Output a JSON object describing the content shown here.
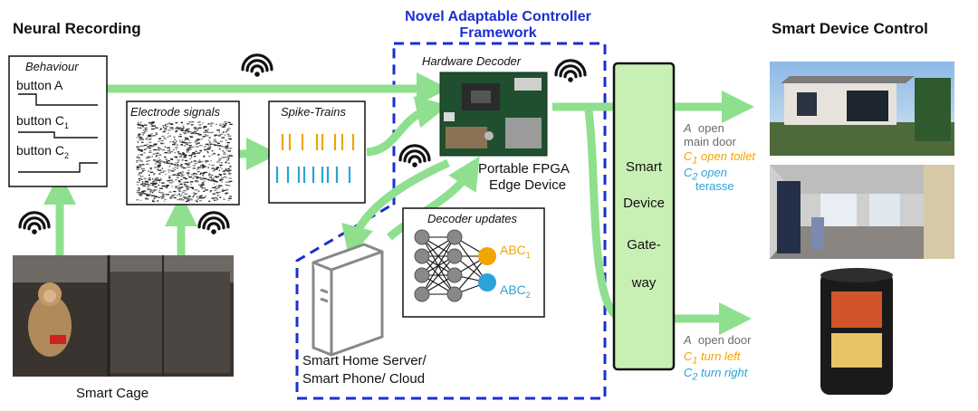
{
  "headings": {
    "neural_recording": "Neural Recording",
    "framework": "Novel Adaptable Controller Framework",
    "smart_device_control": "Smart Device Control"
  },
  "behaviour": {
    "title": "Behaviour",
    "buttons": [
      "button A",
      "button C",
      "button C"
    ],
    "subscripts": [
      "",
      "1",
      "2"
    ]
  },
  "electrode": {
    "title": "Electrode signals"
  },
  "spikes": {
    "title": "Spike-Trains"
  },
  "hardware": {
    "title": "Hardware Decoder",
    "caption_line1": "Portable FPGA",
    "caption_line2": "Edge Device"
  },
  "decoder_updates": {
    "title": "Decoder updates",
    "out1": "ABC",
    "out1_sub": "1",
    "out2": "ABC",
    "out2_sub": "2"
  },
  "server": {
    "line1": "Smart Home Server/",
    "line2": "Smart Phone/ Cloud"
  },
  "cage": {
    "caption": "Smart Cage"
  },
  "gateway": {
    "lines": [
      "Smart",
      "Device",
      "Gate-",
      "way"
    ]
  },
  "house_actions": [
    {
      "key": "A",
      "sub": "",
      "text": "open",
      "text2": "main door",
      "color": "#6b6b6b"
    },
    {
      "key": "C",
      "sub": "1",
      "text": "open toilet",
      "text2": "",
      "color": "#f0a500"
    },
    {
      "key": "C",
      "sub": "2",
      "text": "open",
      "text2": "terasse",
      "color": "#2ba3d8"
    }
  ],
  "bin_actions": [
    {
      "key": "A",
      "sub": "",
      "text": "open door",
      "color": "#6b6b6b"
    },
    {
      "key": "C",
      "sub": "1",
      "text": "turn left",
      "color": "#f0a500"
    },
    {
      "key": "C",
      "sub": "2",
      "text": "turn right",
      "color": "#2ba3d8"
    }
  ],
  "colors": {
    "arrow": "#8ee08e",
    "dashed": "#1a2fd0",
    "gateway_fill": "#c9f0b4",
    "orange": "#f0a500",
    "cyan": "#2ba3d8"
  },
  "icons": [
    "wifi-icon",
    "server-icon",
    "neural-network-icon",
    "fpga-board-icon"
  ]
}
